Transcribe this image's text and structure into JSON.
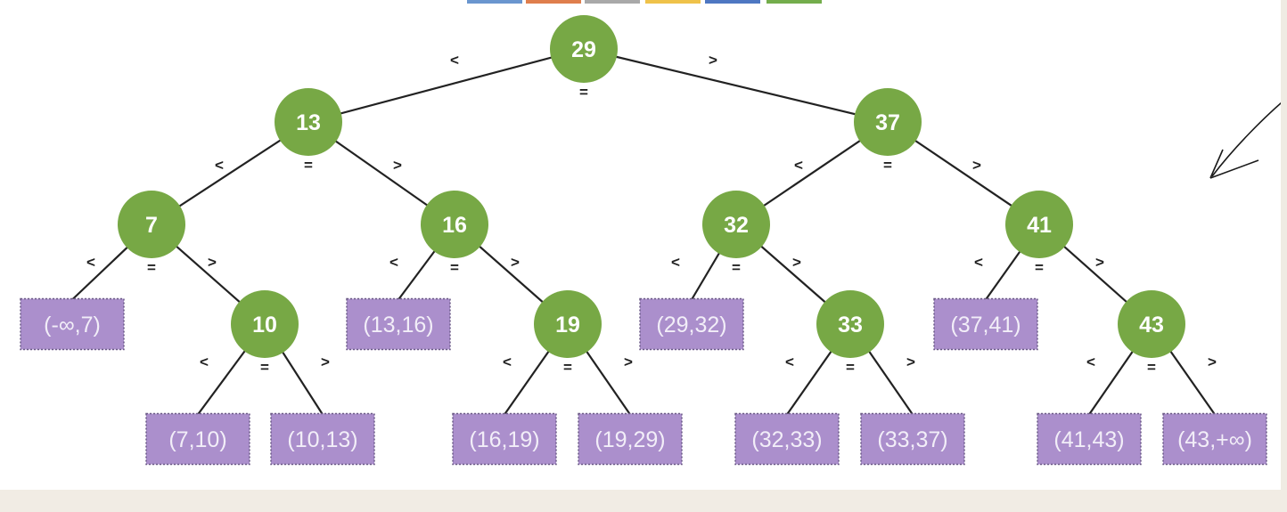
{
  "palette_swatches": [
    "#6a96cf",
    "#df7e4d",
    "#a9a9a9",
    "#efc24a",
    "#4e77c2",
    "#74ad4c"
  ],
  "colors": {
    "inner_node": "#77a845",
    "leaf_fill": "#ab8fcc",
    "leaf_text": "#f2eef8",
    "edge": "#222222"
  },
  "operators": {
    "less": "<",
    "equal": "=",
    "greater": ">"
  },
  "tree": {
    "nodes": [
      {
        "id": "29",
        "label": "29",
        "children": [
          "13",
          "37"
        ]
      },
      {
        "id": "13",
        "label": "13",
        "children": [
          "7",
          "16"
        ]
      },
      {
        "id": "37",
        "label": "37",
        "children": [
          "32",
          "41"
        ]
      },
      {
        "id": "7",
        "label": "7",
        "children": [
          "L_-inf_7",
          "10"
        ]
      },
      {
        "id": "16",
        "label": "16",
        "children": [
          "L_13_16",
          "19"
        ]
      },
      {
        "id": "32",
        "label": "32",
        "children": [
          "L_29_32",
          "33"
        ]
      },
      {
        "id": "41",
        "label": "41",
        "children": [
          "L_37_41",
          "43"
        ]
      },
      {
        "id": "10",
        "label": "10",
        "children": [
          "L_7_10",
          "L_10_13"
        ]
      },
      {
        "id": "19",
        "label": "19",
        "children": [
          "L_16_19",
          "L_19_29"
        ]
      },
      {
        "id": "33",
        "label": "33",
        "children": [
          "L_32_33",
          "L_33_37"
        ]
      },
      {
        "id": "43",
        "label": "43",
        "children": [
          "L_41_43",
          "L_43_inf"
        ]
      }
    ],
    "leaves": [
      {
        "id": "L_-inf_7",
        "label": "(-∞,7)"
      },
      {
        "id": "L_13_16",
        "label": "(13,16)"
      },
      {
        "id": "L_29_32",
        "label": "(29,32)"
      },
      {
        "id": "L_37_41",
        "label": "(37,41)"
      },
      {
        "id": "L_7_10",
        "label": "(7,10)"
      },
      {
        "id": "L_10_13",
        "label": "(10,13)"
      },
      {
        "id": "L_16_19",
        "label": "(16,19)"
      },
      {
        "id": "L_19_29",
        "label": "(19,29)"
      },
      {
        "id": "L_32_33",
        "label": "(32,33)"
      },
      {
        "id": "L_33_37",
        "label": "(33,37)"
      },
      {
        "id": "L_41_43",
        "label": "(41,43)"
      },
      {
        "id": "L_43_inf",
        "label": "(43,+∞)"
      }
    ]
  }
}
